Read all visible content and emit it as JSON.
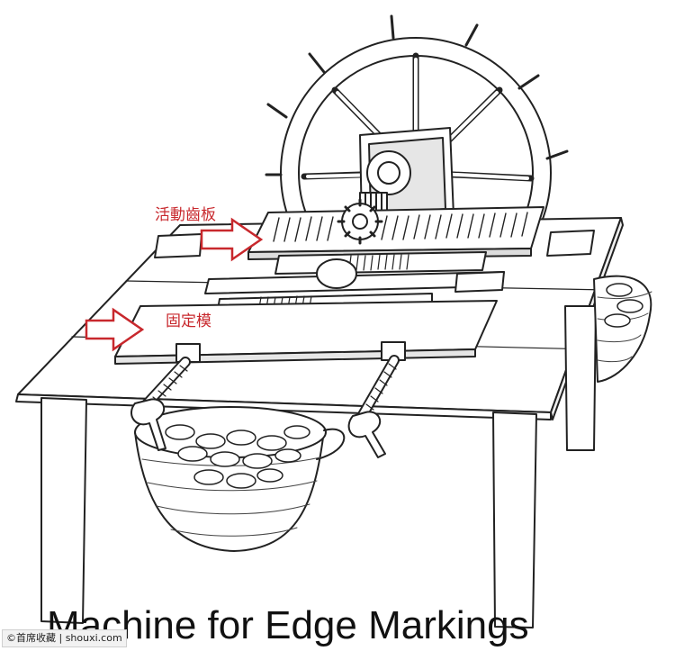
{
  "diagram": {
    "caption": "Machine for Edge Markings",
    "labels": {
      "movable_rack": "活動齒板",
      "fixed_die": "固定模"
    },
    "colors": {
      "label": "#c8282d",
      "arrow": "#c8282d",
      "line": "#222222"
    }
  },
  "watermark": {
    "text": "©首席收藏 | shouxi.com"
  }
}
